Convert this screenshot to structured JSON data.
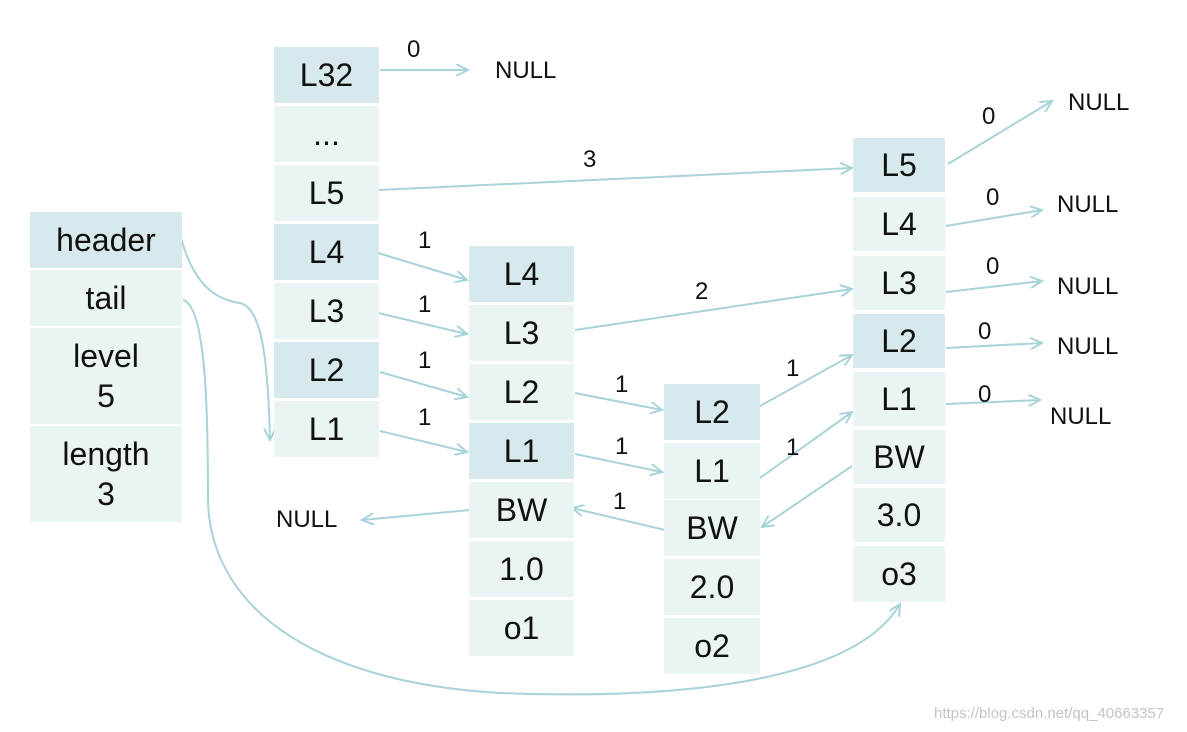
{
  "list_struct": {
    "header": "header",
    "tail": "tail",
    "level": "level\n5",
    "length": "length\n3"
  },
  "header_node": {
    "levels": [
      "L32",
      "...",
      "L5",
      "L4",
      "L3",
      "L2",
      "L1"
    ]
  },
  "node1": {
    "levels": [
      "L4",
      "L3",
      "L2",
      "L1"
    ],
    "backward": "BW",
    "score": "1.0",
    "obj": "o1"
  },
  "node2": {
    "levels": [
      "L2",
      "L1"
    ],
    "backward": "BW",
    "score": "2.0",
    "obj": "o2"
  },
  "node3": {
    "levels": [
      "L5",
      "L4",
      "L3",
      "L2",
      "L1"
    ],
    "backward": "BW",
    "score": "3.0",
    "obj": "o3"
  },
  "spans": {
    "h_l32": "0",
    "h_l5": "3",
    "h_l4": "1",
    "h_l3": "1",
    "h_l2": "1",
    "h_l1": "1",
    "n1_l3": "2",
    "n1_l2": "1",
    "n1_l1": "1",
    "n2_l2": "1",
    "n2_l1": "1",
    "n2_bw": "1",
    "n3_l5": "0",
    "n3_l4": "0",
    "n3_l3": "0",
    "n3_l2": "0",
    "n3_l1": "0"
  },
  "null_label": "NULL",
  "watermark": "https://blog.csdn.net/qq_40663357",
  "colors": {
    "cell_dark": "#d7e9ec",
    "cell_light": "#eaf4f5",
    "arrow": "#a8d3d9"
  }
}
